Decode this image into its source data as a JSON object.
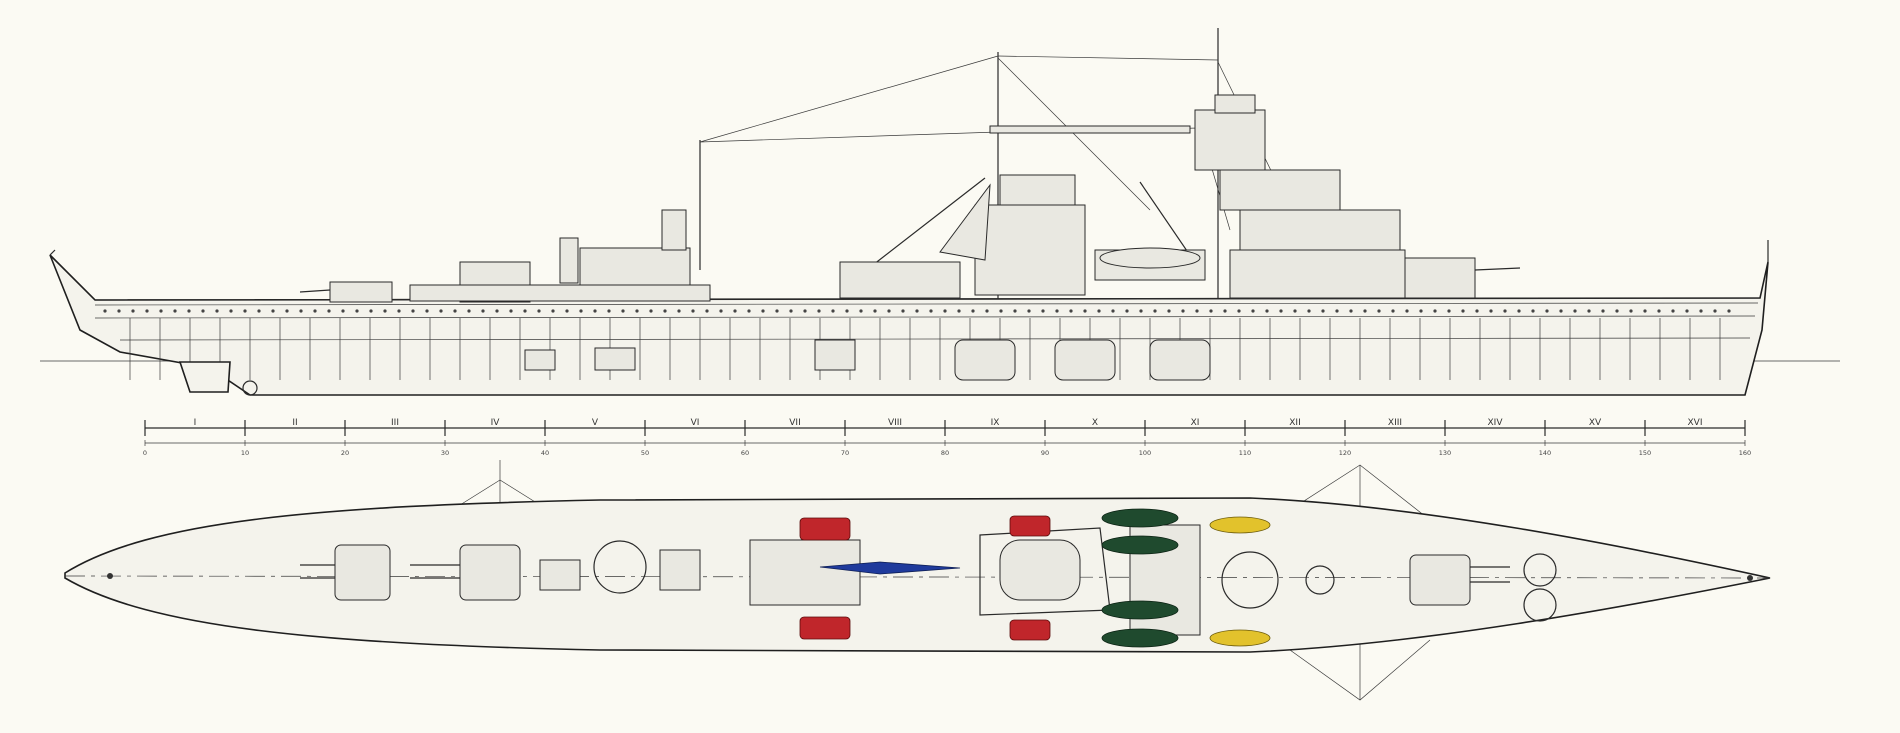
{
  "colors": {
    "paper": "#fbfaf3",
    "ink": "#2a2a2a",
    "turret_red": "#c0262b",
    "catapult_blue": "#1f3a9c",
    "boat_green": "#1f4a2e",
    "boat_yellow": "#e2c22c"
  },
  "section_labels": [
    "I",
    "II",
    "III",
    "IV",
    "V",
    "VI",
    "VII",
    "VIII",
    "IX",
    "X",
    "XI",
    "XII",
    "XIII",
    "XIV",
    "XV",
    "XVI"
  ],
  "frame_numbers": [
    "0",
    "10",
    "20",
    "30",
    "40",
    "50",
    "60",
    "70",
    "80",
    "90",
    "100",
    "110",
    "120",
    "130",
    "140",
    "150",
    "160"
  ]
}
